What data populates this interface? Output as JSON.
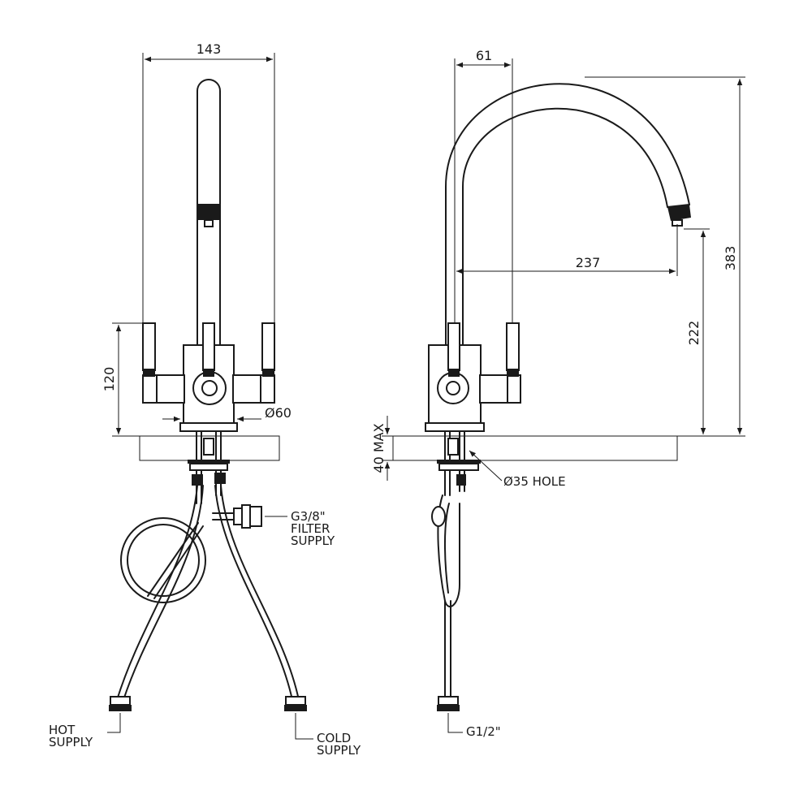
{
  "front_view": {
    "dims": {
      "width": "143",
      "height": "120",
      "diameter": "Ø60"
    },
    "labels": {
      "filter_line1": "G3/8\"",
      "filter_line2": "FILTER",
      "filter_line3": "SUPPLY",
      "hot_line1": "HOT",
      "hot_line2": "SUPPLY",
      "cold_line1": "COLD",
      "cold_line2": "SUPPLY"
    }
  },
  "side_view": {
    "dims": {
      "offset": "61",
      "reach": "237",
      "spout_height": "222",
      "total_height": "383",
      "deck_thickness": "40 MAX"
    },
    "labels": {
      "hole": "Ø35 HOLE",
      "connection": "G1/2\""
    }
  }
}
